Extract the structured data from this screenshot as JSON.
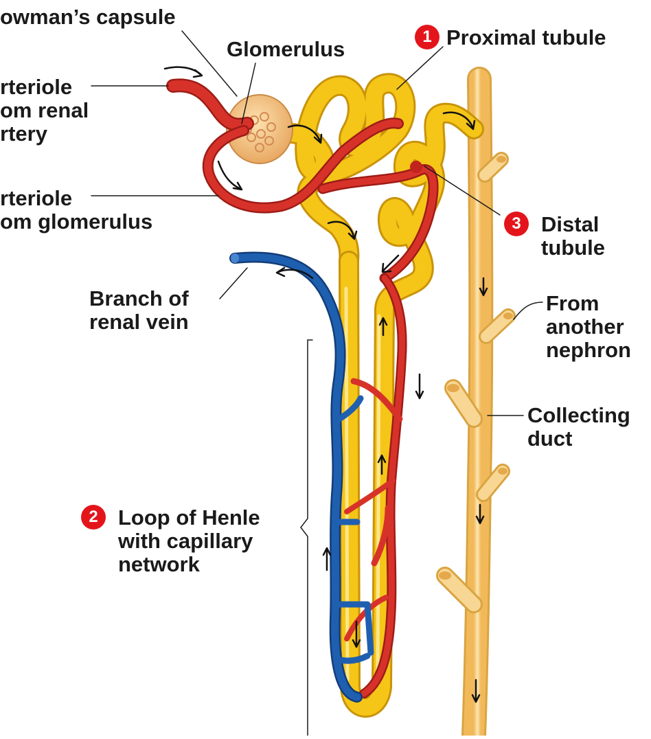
{
  "labels": {
    "bowmans_capsule": "owman’s capsule",
    "glomerulus": "Glomerulus",
    "proximal_tubule": "Proximal tubule",
    "arteriole_from_artery": [
      "rteriole",
      "om renal",
      "rtery"
    ],
    "arteriole_from_glomerulus": [
      "rteriole",
      "om glomerulus"
    ],
    "distal_tubule": [
      "Distal",
      "tubule"
    ],
    "branch_renal_vein": [
      "Branch of",
      "renal vein"
    ],
    "from_another_nephron": [
      "From",
      "another",
      "nephron"
    ],
    "collecting_duct": [
      "Collecting",
      "duct"
    ],
    "loop_of_henle": [
      "Loop of Henle",
      "with capillary",
      "network"
    ]
  },
  "badges": {
    "proximal_tubule": "1",
    "loop_of_henle": "2",
    "distal_tubule": "3"
  },
  "colors": {
    "tubule": "#f5c518",
    "tubule_edge": "#c9930a",
    "duct": "#f7cf70",
    "duct_edge": "#d9a441",
    "artery": "#d7322a",
    "artery_edge": "#9e1c16",
    "vein": "#1f5fb0",
    "vein_edge": "#123d78",
    "capsule": "#f5c890",
    "badge": "#e3151b"
  }
}
